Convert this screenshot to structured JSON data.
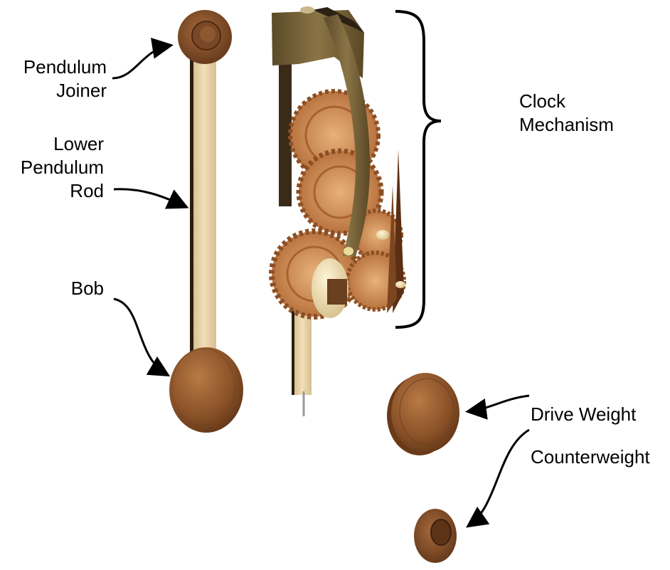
{
  "labels": {
    "pendulum_joiner": [
      "Pendulum",
      "Joiner"
    ],
    "lower_pendulum_rod": [
      "Lower",
      "Pendulum",
      "Rod"
    ],
    "bob": "Bob",
    "clock_mechanism": [
      "Clock",
      "Mechanism"
    ],
    "drive_weight": "Drive Weight",
    "counterweight": "Counterweight"
  },
  "colors": {
    "wood_dark": "#6b3f21",
    "wood_mid": "#a8683a",
    "wood_light": "#d9a46a",
    "rod_light": "#e6cfa2",
    "frame_olive": "#6e5a34",
    "arrow": "#000000"
  }
}
